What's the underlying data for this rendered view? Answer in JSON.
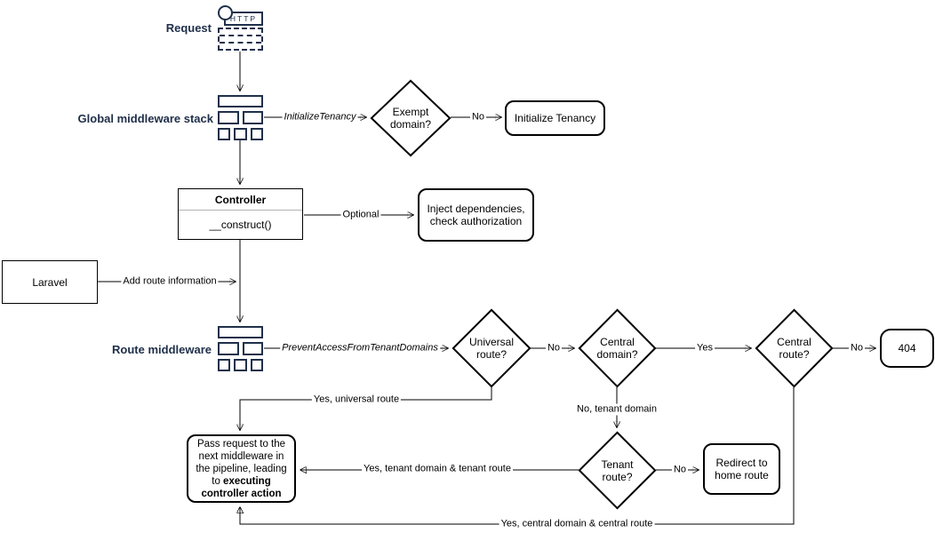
{
  "diagram": {
    "stage_labels": {
      "request": "Request",
      "global_middleware_stack": "Global middleware stack",
      "route_middleware": "Route middleware"
    },
    "request_icon": {
      "protocol": "HTTP"
    },
    "nodes": {
      "exempt_domain": "Exempt domain?",
      "initialize_tenancy": "Initialize Tenancy",
      "controller_title": "Controller",
      "controller_method": "__construct()",
      "inject_dependencies": "Inject dependencies, check authorization",
      "laravel": "Laravel",
      "universal_route": "Universal route?",
      "central_domain": "Central domain?",
      "central_route": "Central route?",
      "not_found": "404",
      "tenant_route": "Tenant route?",
      "redirect_home": "Redirect to home route",
      "pass_request_prefix": "Pass request to the next middleware in the pipeline, leading to ",
      "pass_request_bold": "executing controller action"
    },
    "edge_labels": {
      "initialize_tenancy_middleware": "InitializeTenancy",
      "exempt_no": "No",
      "optional": "Optional",
      "add_route_information": "Add route information",
      "prevent_access_middleware": "PreventAccessFromTenantDomains",
      "universal_no": "No",
      "central_domain_yes": "Yes",
      "central_route_no": "No",
      "universal_yes": "Yes, universal route",
      "tenant_domain_no": "No, tenant domain",
      "tenant_yes": "Yes, tenant domain & tenant route",
      "tenant_route_no": "No",
      "central_yes": "Yes, central domain & central route"
    },
    "colors": {
      "accent_navy": "#20304a",
      "shape_stroke": "#000000",
      "shape_fill": "#ffffff"
    }
  }
}
